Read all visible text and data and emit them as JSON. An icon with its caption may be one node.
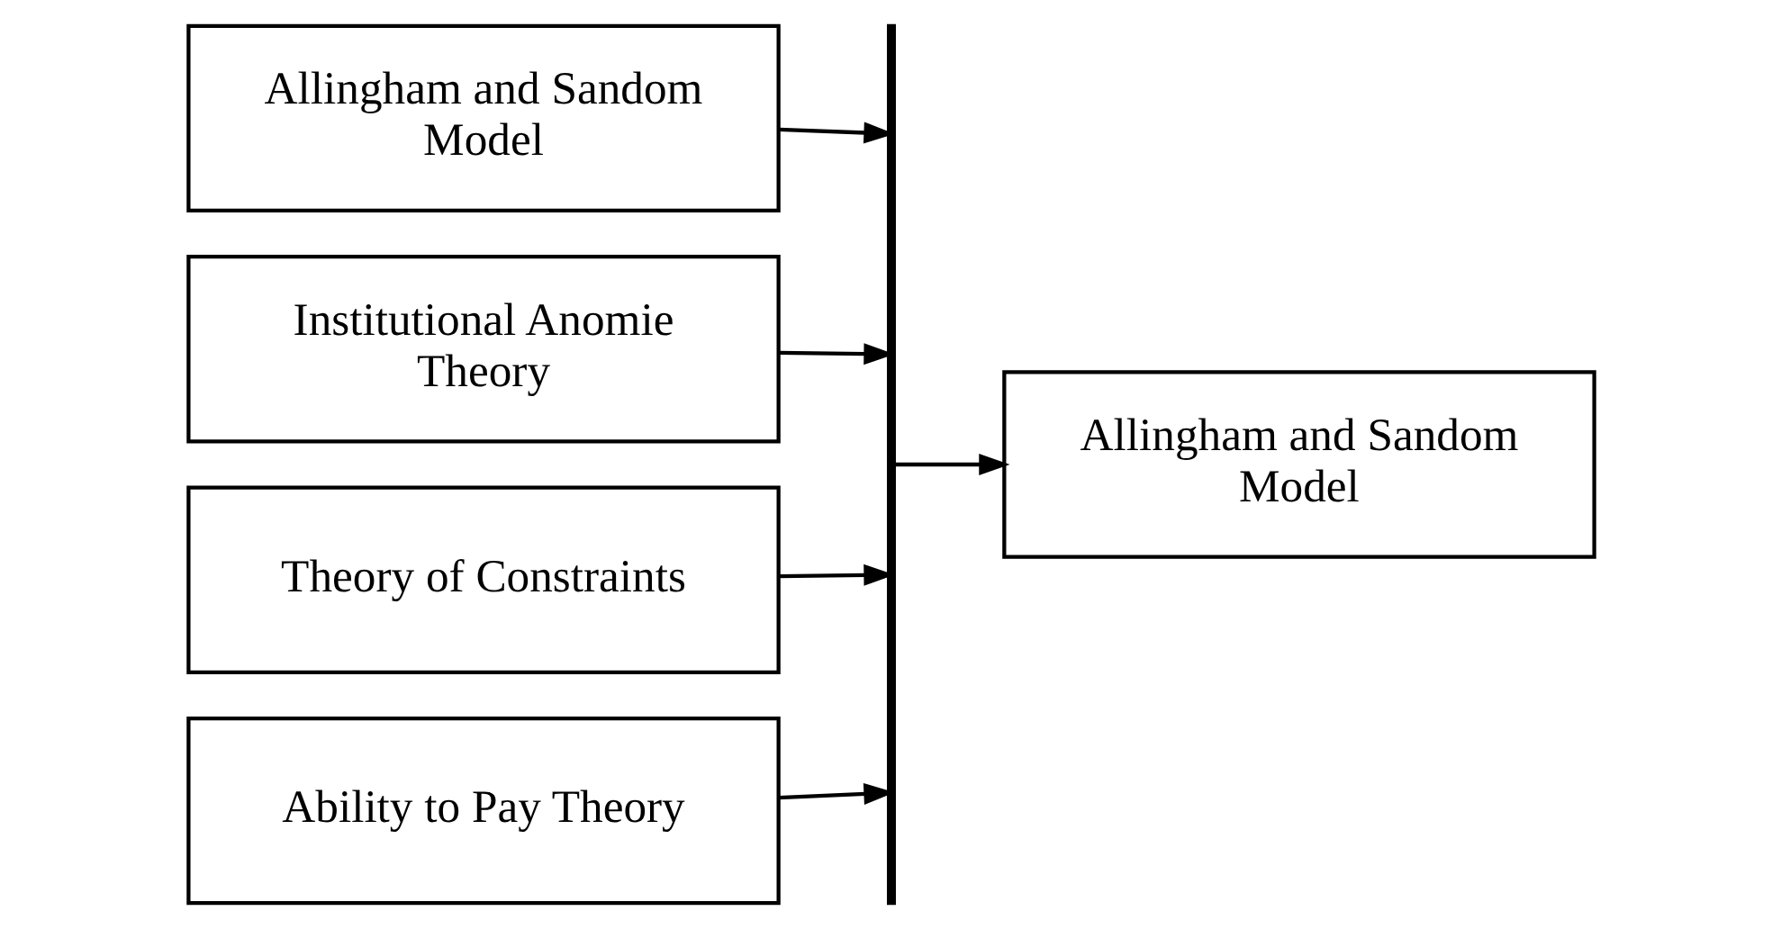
{
  "diagram": {
    "nodes": [
      {
        "text": [
          "Allingham and Sandom Model"
        ]
      },
      {
        "text": [
          "Institutional Anomie Theory"
        ]
      },
      {
        "text": [
          "Theory of Constraints"
        ]
      },
      {
        "text": [
          "Ability to Pay Theory"
        ]
      },
      {
        "text": [],
        "shape": "bar"
      },
      {
        "text": [
          "Allingham and Sandom Model"
        ]
      }
    ],
    "edges": [
      {
        "from": 0,
        "to": 4,
        "arrow": "to"
      },
      {
        "from": 1,
        "to": 4,
        "arrow": "to"
      },
      {
        "from": 2,
        "to": 4,
        "arrow": "to"
      },
      {
        "from": 3,
        "to": 4,
        "arrow": "to"
      },
      {
        "from": 4,
        "to": 5,
        "arrow": "to"
      }
    ]
  }
}
